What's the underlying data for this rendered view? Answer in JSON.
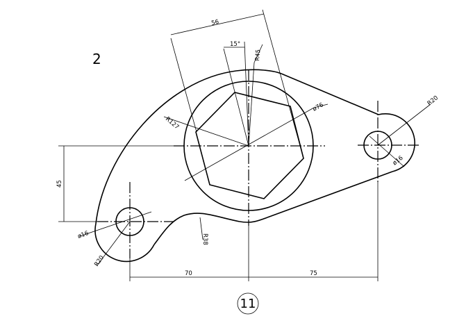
{
  "sheet": {
    "corner_label": "2",
    "figure_number": "11"
  },
  "dimensions": {
    "width_56": "56",
    "angle_15": "15°",
    "radius_45": "R45",
    "dia_76": "ø76",
    "radius_127": "R127",
    "radius_20_right": "R20",
    "dia_16_right": "ø16",
    "height_45": "45",
    "dia_16_left": "ø16",
    "radius_20_left": "R20",
    "radius_38": "R38",
    "horiz_70": "70",
    "horiz_75": "75"
  }
}
